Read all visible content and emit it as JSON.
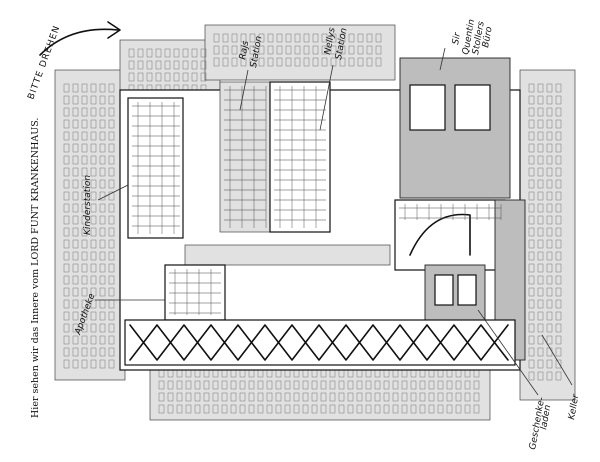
{
  "caption": "Hier sehen wir das Innere vom LORD FUNT KRANKENHAUS.",
  "turn_hint": "BITTE DREHEN",
  "labels": {
    "kinderstation": "Kinderstation",
    "apotheke": "Apotheke",
    "rajs_station_1": "Rajs",
    "rajs_station_2": "Station",
    "nellys_station_1": "Nellys",
    "nellys_station_2": "Station",
    "buero_1": "Sir",
    "buero_2": "Quentin",
    "buero_3": "Stollers",
    "buero_4": "Büro",
    "geschenke_1": "Geschenke-",
    "geschenke_2": "laden",
    "keller": "Keller"
  },
  "colors": {
    "ink": "#111111",
    "shade": "#bdbdbd",
    "light": "#e1e1e1"
  }
}
